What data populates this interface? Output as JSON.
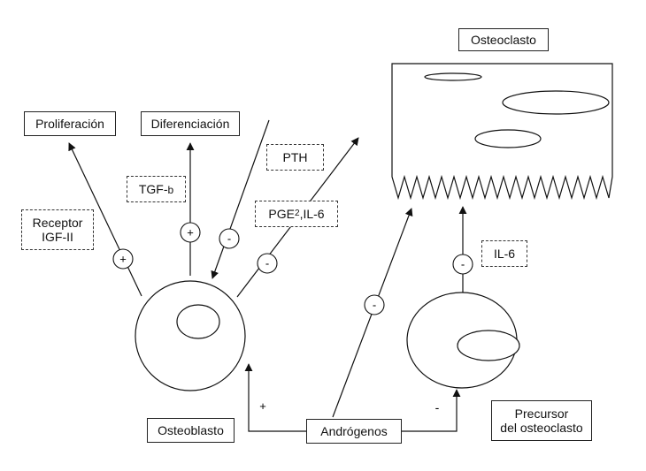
{
  "labels": {
    "osteoclasto": "Osteoclasto",
    "proliferacion": "Proliferación",
    "diferenciacion": "Diferenciación",
    "pth": "PTH",
    "tgf": "TGF-",
    "tgf_sub": "b",
    "receptor_line1": "Receptor",
    "receptor_line2": "IGF-II",
    "pge_prefix": "PGE",
    "pge_sub": "2",
    "pge_suffix": ",IL-6",
    "il6": "IL-6",
    "osteoblasto": "Osteoblasto",
    "androgenos": "Andrógenos",
    "precursor_line1": "Precursor",
    "precursor_line2": "del osteoclasto"
  },
  "signs": {
    "proliferacion": "+",
    "diferenciacion": "+",
    "pth": "-",
    "pge": "-",
    "androgen_osteoclast": "-",
    "il6": "-",
    "androgen_osteoblast": "+",
    "androgen_precursor": "-"
  }
}
